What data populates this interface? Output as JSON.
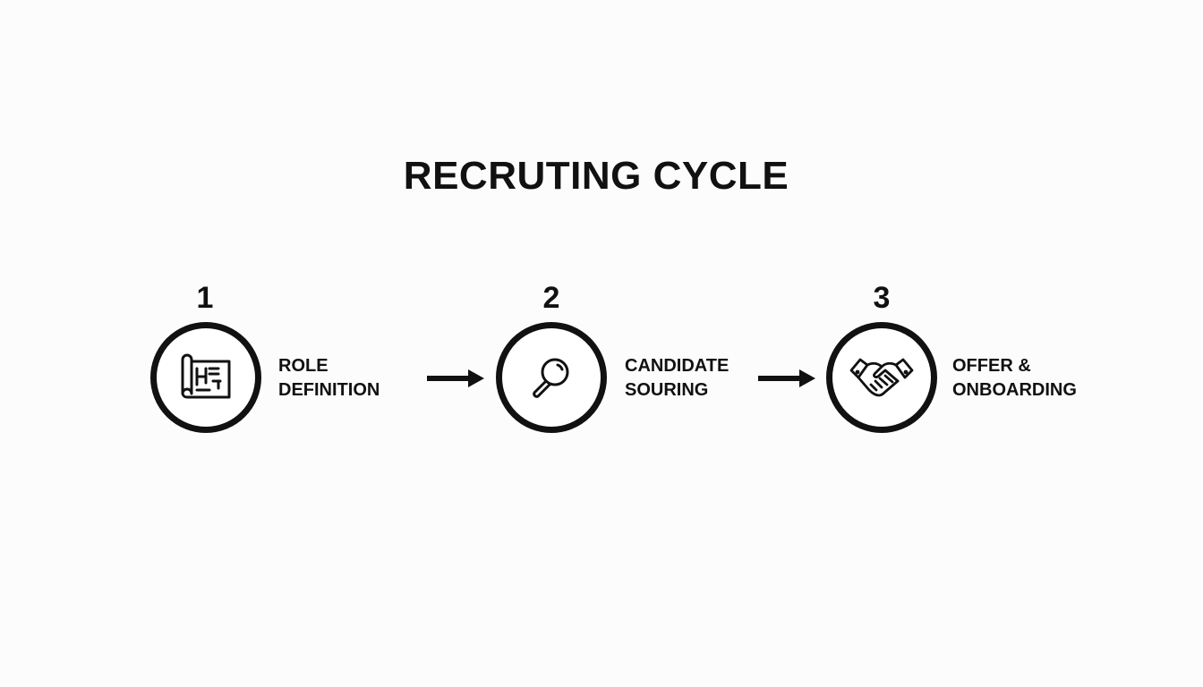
{
  "title": "RECRUTING CYCLE",
  "steps": [
    {
      "number": "1",
      "line1": "ROLE",
      "line2": "DEFINITION",
      "icon": "blueprint-icon"
    },
    {
      "number": "2",
      "line1": "CANDIDATE",
      "line2": "SOURING",
      "icon": "magnifying-glass-icon"
    },
    {
      "number": "3",
      "line1": "OFFER &",
      "line2": "ONBOARDING",
      "icon": "handshake-icon"
    }
  ],
  "connectors": [
    "arrow-right-icon",
    "arrow-right-icon"
  ],
  "colors": {
    "stroke": "#111111",
    "background": "#fcfcfc"
  }
}
